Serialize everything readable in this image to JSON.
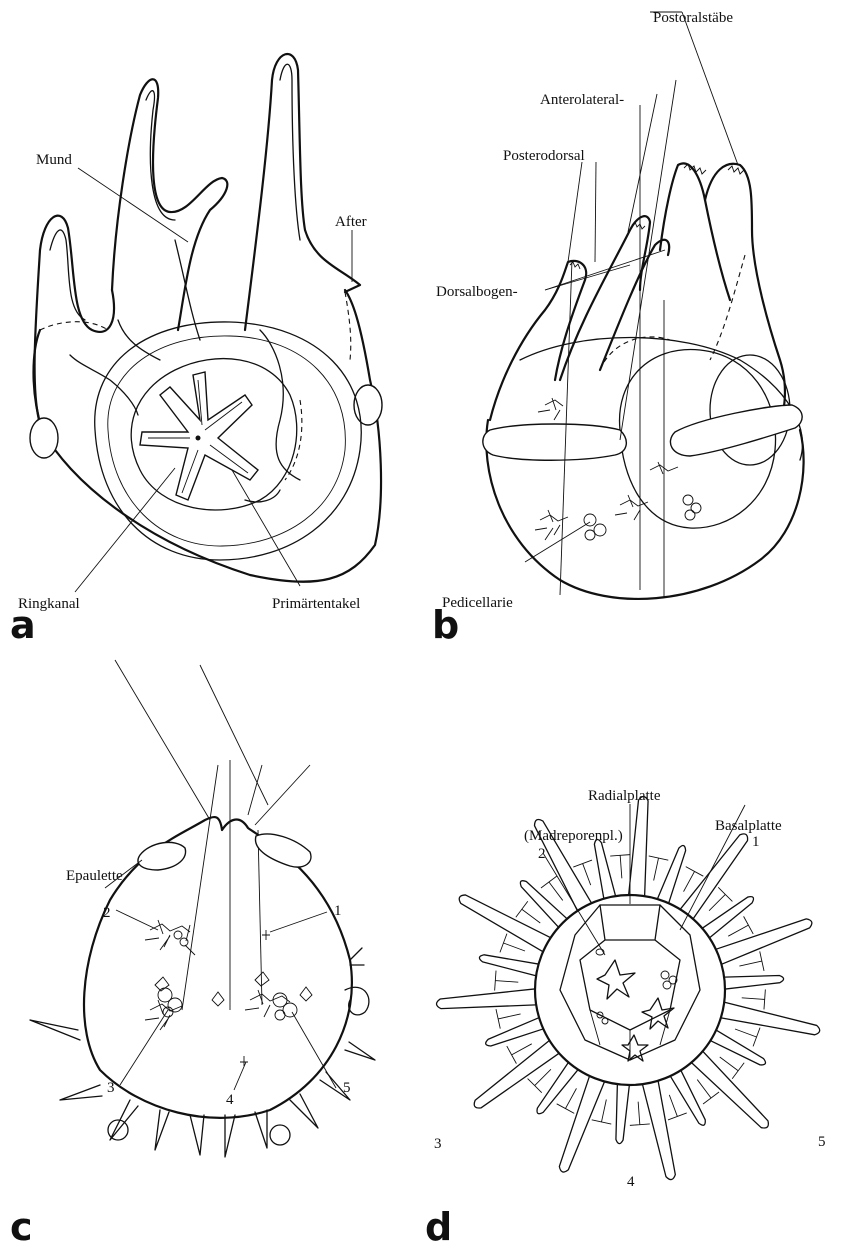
{
  "panels": {
    "a": {
      "letter": "a",
      "labels": {
        "mund": "Mund",
        "after": "After",
        "ringkanal": "Ringkanal",
        "primaertentakel": "Primärtentakel"
      }
    },
    "b": {
      "letter": "b",
      "labels": {
        "postoralstaebe": "Postoralstäbe",
        "anterolateral": "Anterolateral-",
        "posterodorsal": "Posterodorsal",
        "dorsalbogen": "Dorsalbogen-",
        "pedicellarie": "Pedicellarie"
      }
    },
    "c": {
      "letter": "c",
      "labels": {
        "epaulette": "Epaulette"
      },
      "numbers": [
        "1",
        "2",
        "3",
        "4",
        "5"
      ]
    },
    "d": {
      "letter": "d",
      "labels": {
        "radialplatte": "Radialplatte",
        "madreporenpl": "(Madreporenpl.)",
        "basalplatte": "Basalplatte"
      },
      "numbers": [
        "1",
        "2",
        "3",
        "4",
        "5"
      ]
    }
  }
}
